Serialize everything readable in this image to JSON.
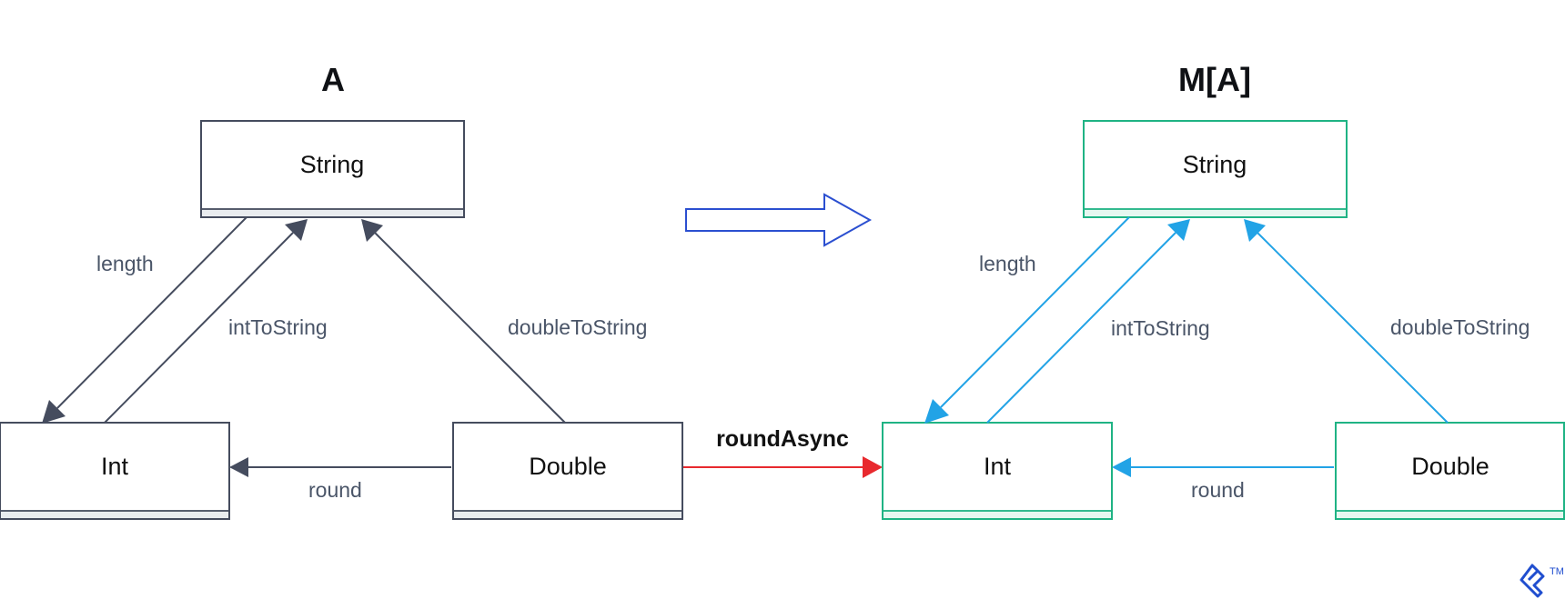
{
  "colors": {
    "left_stroke": "#454c5e",
    "left_footer": "#e9ecef",
    "right_stroke": "#1fb384",
    "right_footer": "#e6f7f0",
    "right_arrow": "#22a3e6",
    "transform_arrow": "#2b4fd0",
    "red_arrow": "#e8292e",
    "logo": "#204ecf"
  },
  "left": {
    "title": "A",
    "nodes": {
      "string": "String",
      "int": "Int",
      "double": "Double"
    },
    "edges": {
      "length": "length",
      "intToString": "intToString",
      "doubleToString": "doubleToString",
      "round": "round"
    }
  },
  "right": {
    "title": "M[A]",
    "nodes": {
      "string": "String",
      "int": "Int",
      "double": "Double"
    },
    "edges": {
      "length": "length",
      "intToString": "intToString",
      "doubleToString": "doubleToString",
      "round": "round"
    }
  },
  "bridge": {
    "label": "roundAsync"
  },
  "logo": {
    "mark": "toptal-logo-icon",
    "tm": "TM"
  }
}
